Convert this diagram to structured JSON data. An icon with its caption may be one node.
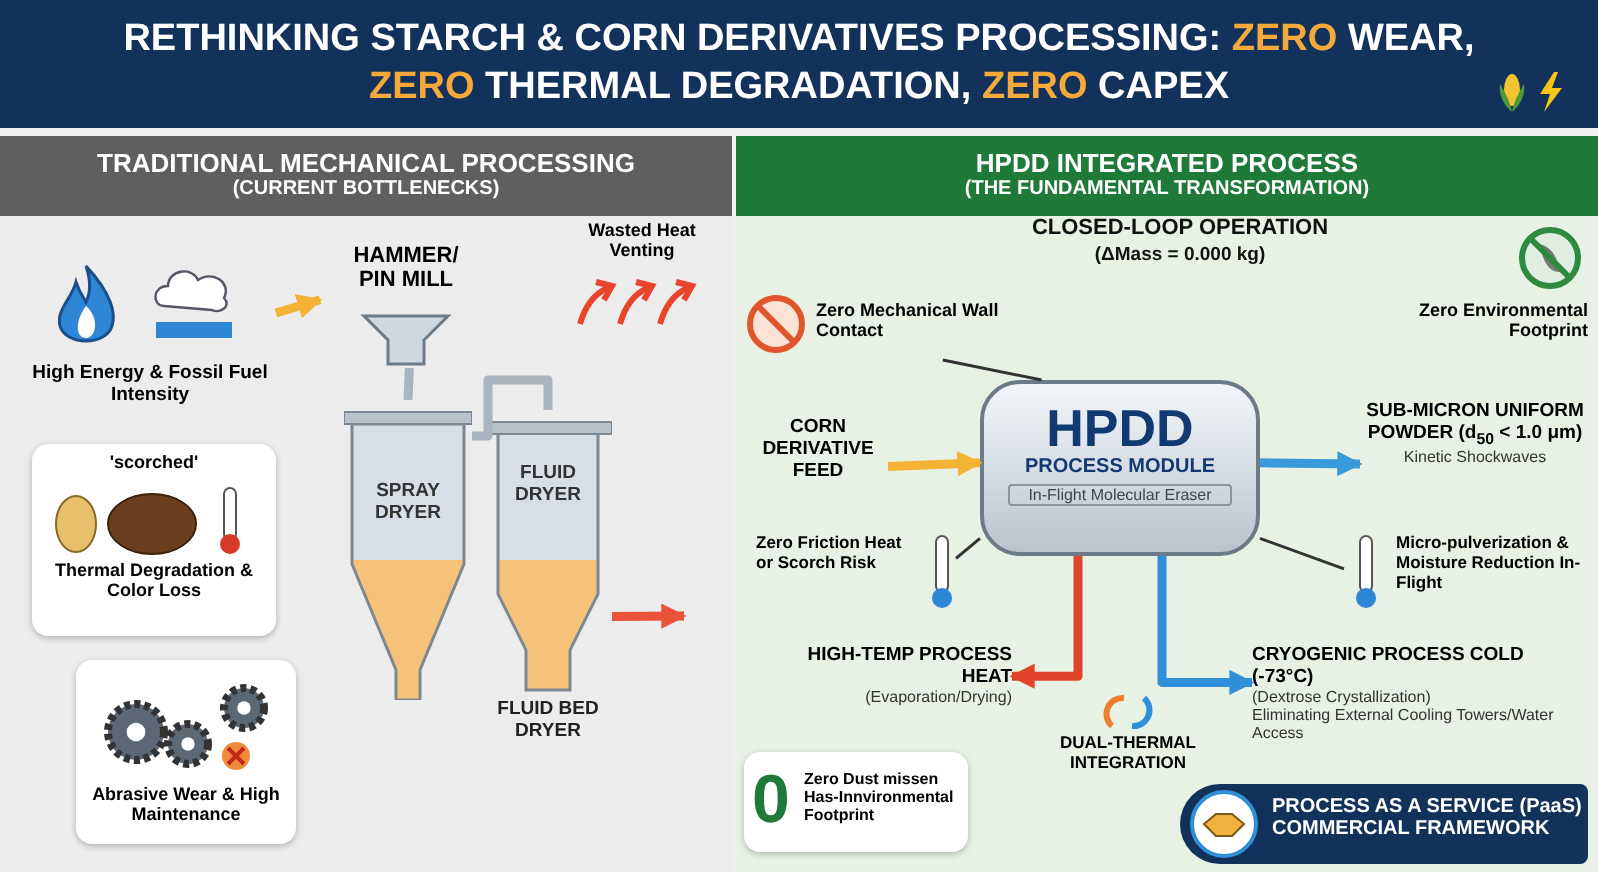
{
  "diagram": {
    "title": "RETHINKING STARCH & CORN DERIVATIVES PROCESSING: **ZERO** WEAR, **ZERO** THERMAL DEGRADATION, **ZERO** CAPEX",
    "nodes": [
      {
        "text": [
          "TRADITIONAL MECHANICAL PROCESSING",
          "(CURRENT BOTTLENECKS)"
        ]
      },
      {
        "text": [
          "High Energy & Fossil Fuel Intensity"
        ],
        "in": 0
      },
      {
        "text": [
          "HAMMER/ PIN MILL"
        ],
        "in": 0
      },
      {
        "text": [
          "Wasted Heat Venting"
        ],
        "in": 0
      },
      {
        "text": [
          "'scorched'",
          "Thermal Degradation & Color Loss"
        ],
        "in": 0
      },
      {
        "text": [
          "SPRAY DRYER"
        ],
        "in": 0
      },
      {
        "text": [
          "FLUID DRYER",
          "FLUID BED DRYER"
        ],
        "in": 0
      },
      {
        "text": [
          "Abrasive Wear & High Maintenance"
        ],
        "in": 0
      },
      {
        "text": [
          "HPDD INTEGRATED PROCESS",
          "(THE FUNDAMENTAL TRANSFORMATION)"
        ]
      },
      {
        "text": [
          "Zero Mechanical Wall Contact"
        ],
        "in": 8
      },
      {
        "text": [
          "Zero Environmental Footprint"
        ],
        "in": 8
      },
      {
        "text": [
          "CORN DERIVATIVE FEED"
        ],
        "in": 8
      },
      {
        "text": [
          "HPDD",
          "PROCESS MODULE",
          "In-Flight Molecular Eraser"
        ],
        "in": 8
      },
      {
        "text": [
          "SUB-MICRON UNIFORM POWDER (d$_{50}$ < 1.0 μm)",
          "Kinetic Shockwaves"
        ],
        "in": 8
      },
      {
        "text": [
          "Zero Friction Heat or Scorch Risk"
        ],
        "in": 8
      },
      {
        "text": [
          "Micro-pulverization & Moisture Reduction In-Flight"
        ],
        "in": 8
      },
      {
        "text": [
          "HIGH-TEMP PROCESS HEAT",
          "(Evaporation/Drying)"
        ],
        "in": 8
      },
      {
        "text": [
          "DUAL-THERMAL INTEGRATION"
        ],
        "in": 8
      },
      {
        "text": [
          "CRYOGENIC PROCESS COLD (-73°C)",
          "(Dextrose Crystallization)",
          "Eliminating External Cooling Towers/Water Access"
        ],
        "in": 8
      },
      {
        "text": [
          "0",
          "Zero Dust missen Has-Innvironmental Footprint"
        ],
        "in": 8
      },
      {
        "text": [
          "PROCESS AS A SERVICE (PaaS) COMMERCIAL FRAMEWORK"
        ],
        "in": 8
      }
    ],
    "edges": [
      {
        "from": 1,
        "to": 2,
        "arrow": "to",
        "color": "#f5b335"
      },
      {
        "from": 2,
        "to": 5,
        "arrow": "none",
        "color": "#a9b4bf"
      },
      {
        "from": 5,
        "to": 6,
        "arrow": "none",
        "color": "#a9b4bf"
      },
      {
        "from": 6,
        "to": null,
        "arrow": "to",
        "color": "#e8533a"
      },
      {
        "from": 11,
        "to": 12,
        "arrow": "to",
        "color": "#f5b335"
      },
      {
        "from": 12,
        "to": 13,
        "arrow": "to",
        "color": "#3a9ad9"
      },
      {
        "from": 9,
        "to": 12,
        "arrow": "none"
      },
      {
        "from": 14,
        "to": 12,
        "arrow": "none"
      },
      {
        "from": 15,
        "to": 12,
        "arrow": "none"
      },
      {
        "from": 12,
        "to": 16,
        "arrow": "to",
        "color": "#e0452b"
      },
      {
        "from": 12,
        "to": 18,
        "arrow": "to",
        "color": "#2f8fd8"
      }
    ],
    "labels": [
      "CLOSED-LOOP OPERATION",
      "(ΔMass = 0.000 kg)"
    ]
  }
}
